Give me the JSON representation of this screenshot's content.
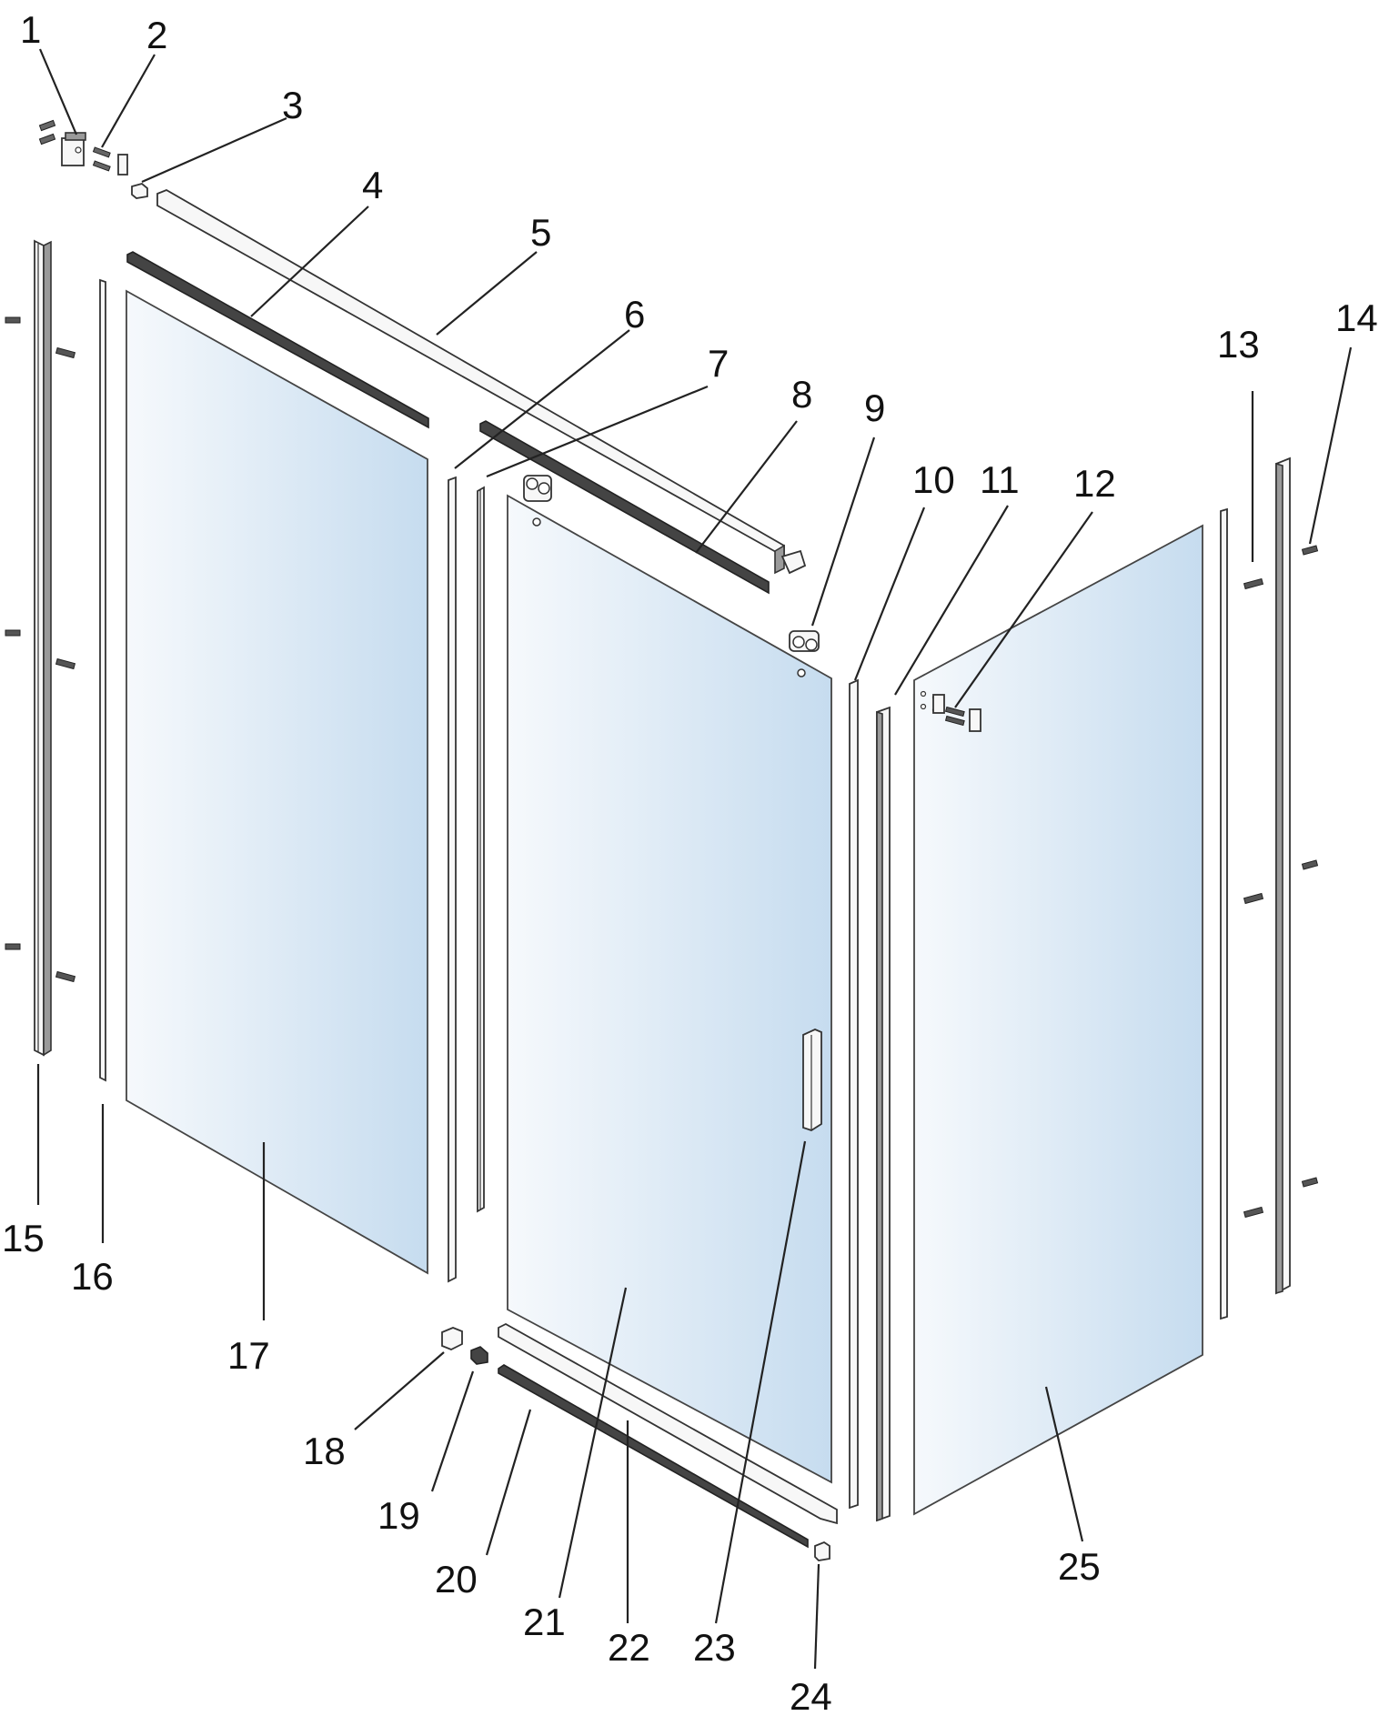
{
  "labels": [
    "1",
    "2",
    "3",
    "4",
    "5",
    "6",
    "7",
    "8",
    "9",
    "10",
    "11",
    "12",
    "13",
    "14",
    "15",
    "16",
    "17",
    "18",
    "19",
    "20",
    "21",
    "22",
    "23",
    "24",
    "25"
  ],
  "colors": {
    "glass_light": "#f4f8fc",
    "glass_dark": "#c9def0",
    "line": "#222222"
  }
}
